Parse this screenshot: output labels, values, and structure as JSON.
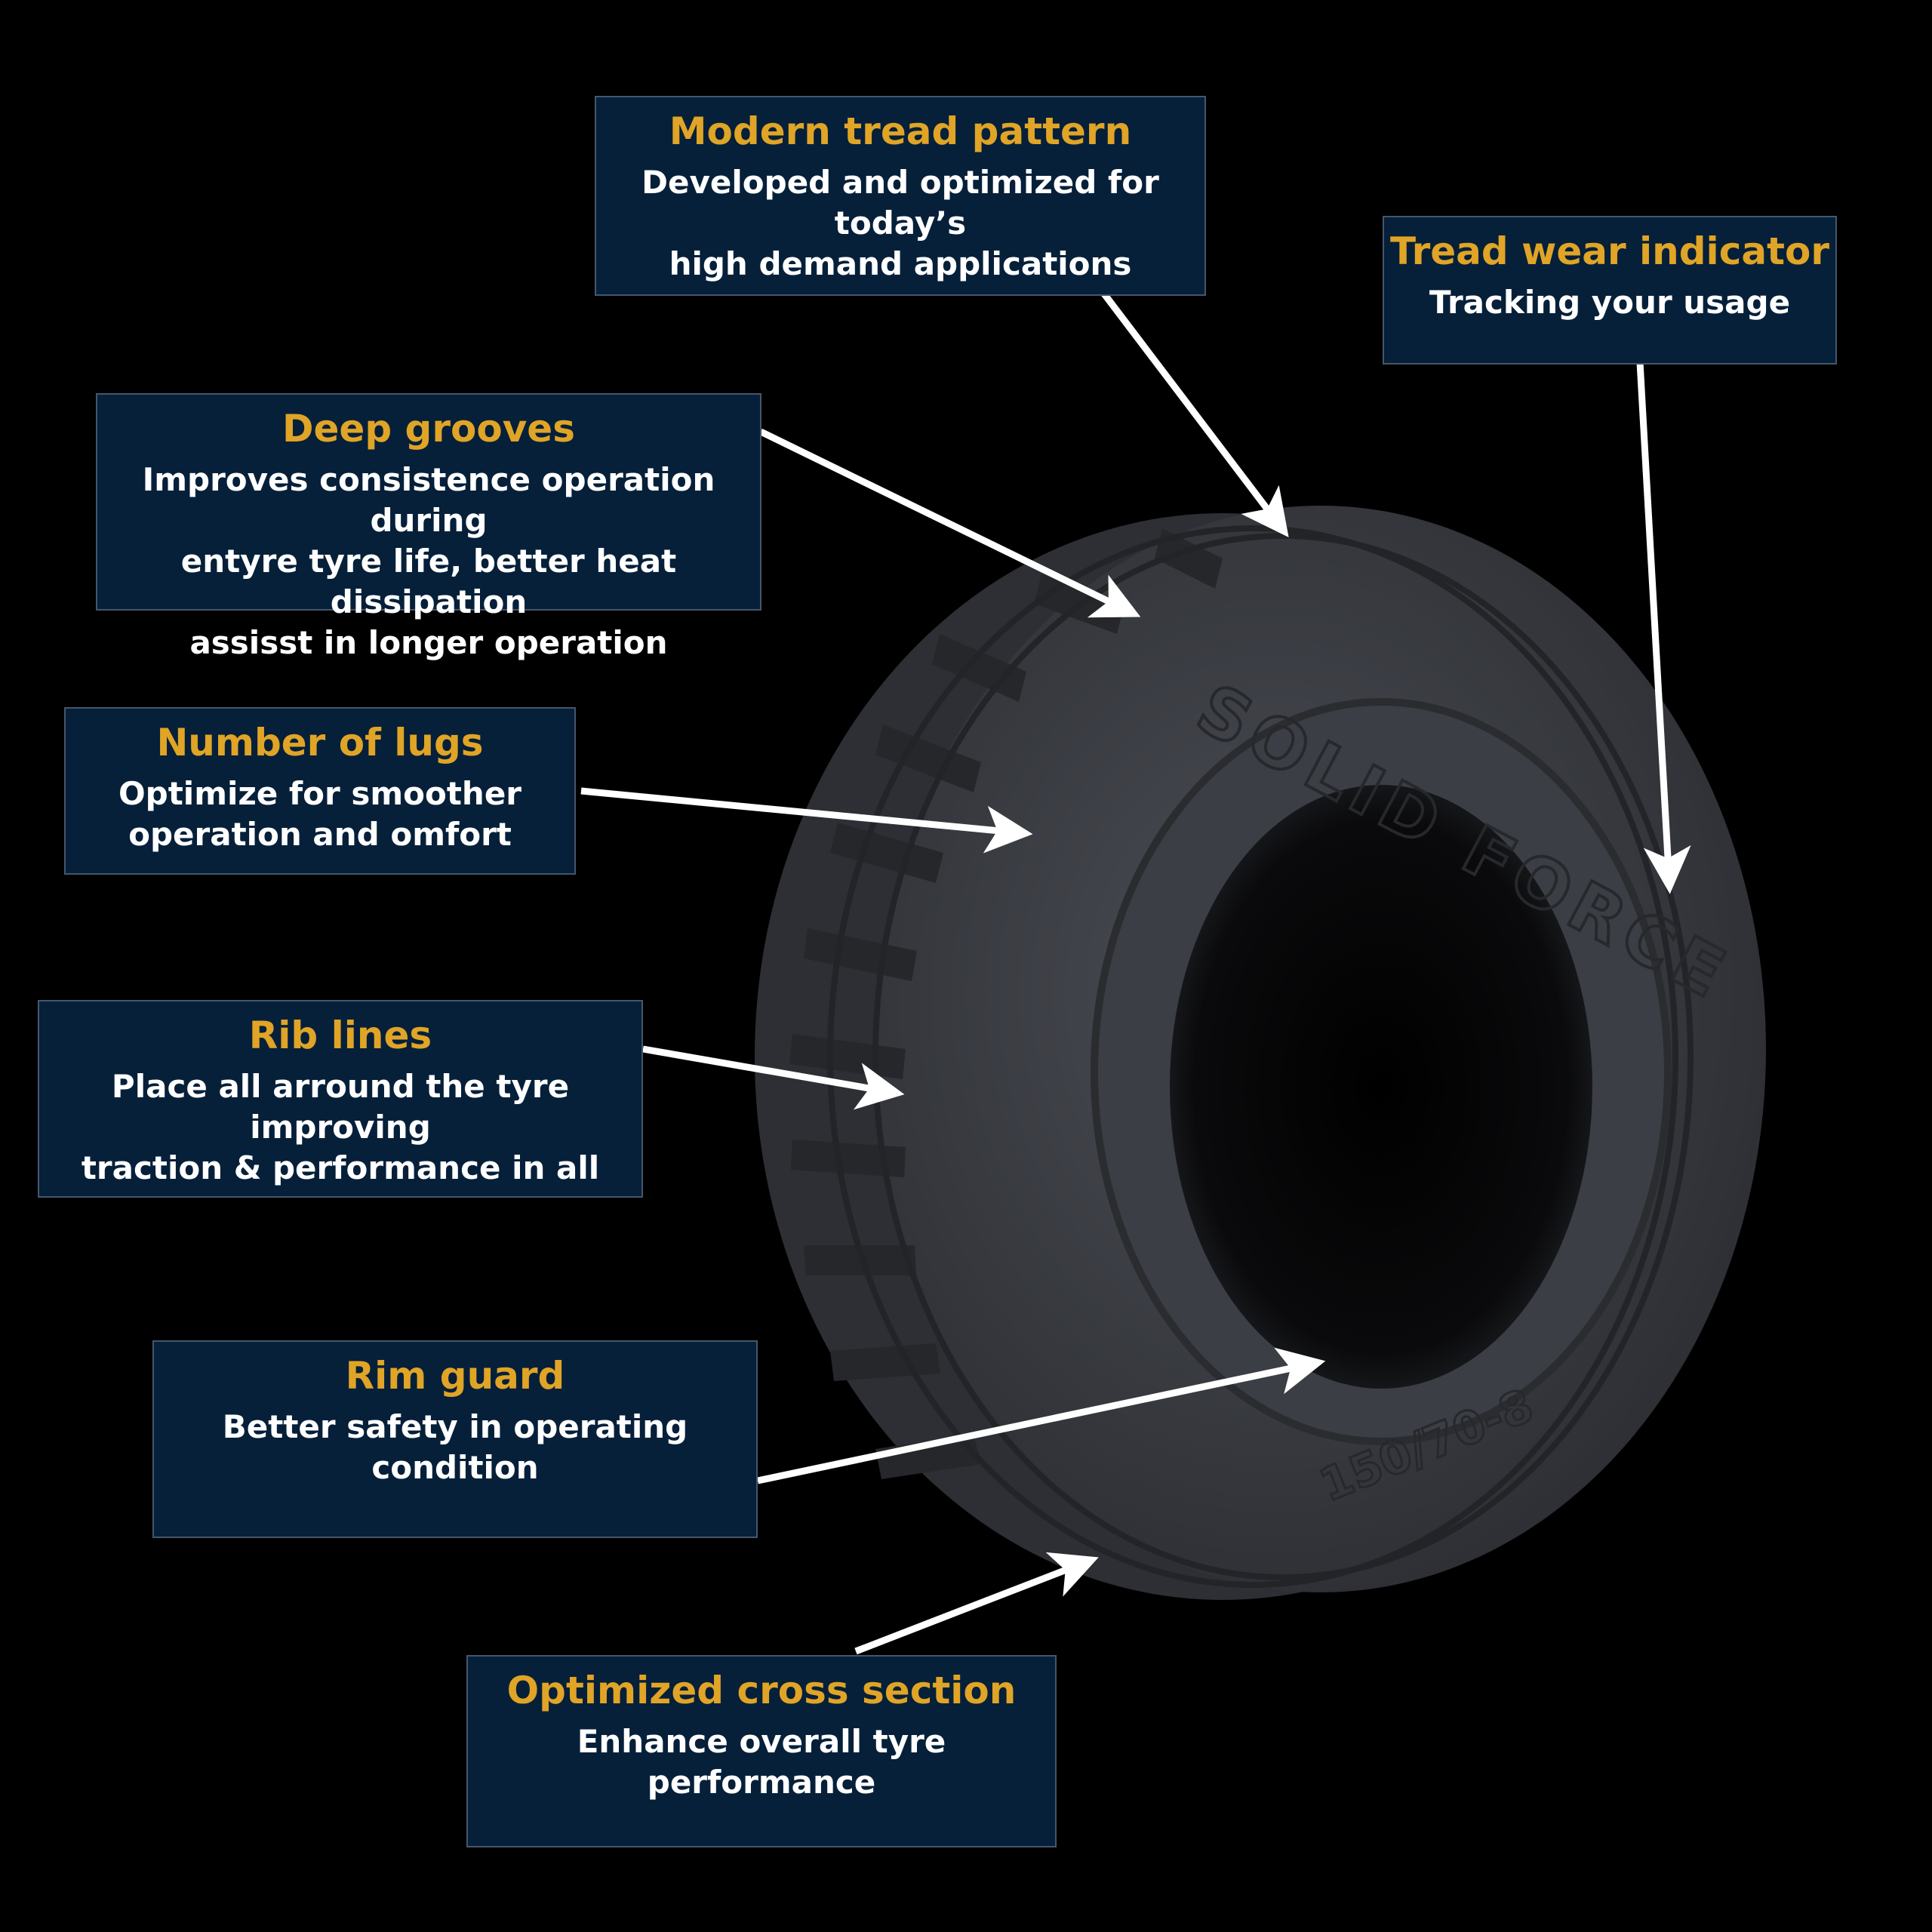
{
  "callouts": {
    "modern_tread": {
      "title": "Modern tread pattern",
      "desc": "Developed and optimized for today’s\nhigh demand applications"
    },
    "tread_wear": {
      "title": "Tread wear indicator",
      "desc": "Tracking your usage"
    },
    "deep_grooves": {
      "title": "Deep grooves",
      "desc": "Improves consistence operation during\nentyre tyre life, better heat dissipation\nassisst in longer operation"
    },
    "lugs": {
      "title": "Number of  lugs",
      "desc": "Optimize for smoother\noperation and omfort"
    },
    "rib_lines": {
      "title": "Rib lines",
      "desc": "Place all arround the tyre improving\ntraction & performance in all"
    },
    "rim_guard": {
      "title": "Rim guard",
      "desc": "Better safety in operating condition"
    },
    "cross_section": {
      "title": "Optimized cross section",
      "desc": "Enhance overall tyre performance"
    }
  },
  "tyre": {
    "brand_text": "SOLID FORCE",
    "size_text": "150/70-8"
  },
  "colors": {
    "background": "#000000",
    "box": "#06203a",
    "title": "#e0a426",
    "text": "#ffffff",
    "tyre": "#3a3d44",
    "arrow": "#ffffff"
  }
}
